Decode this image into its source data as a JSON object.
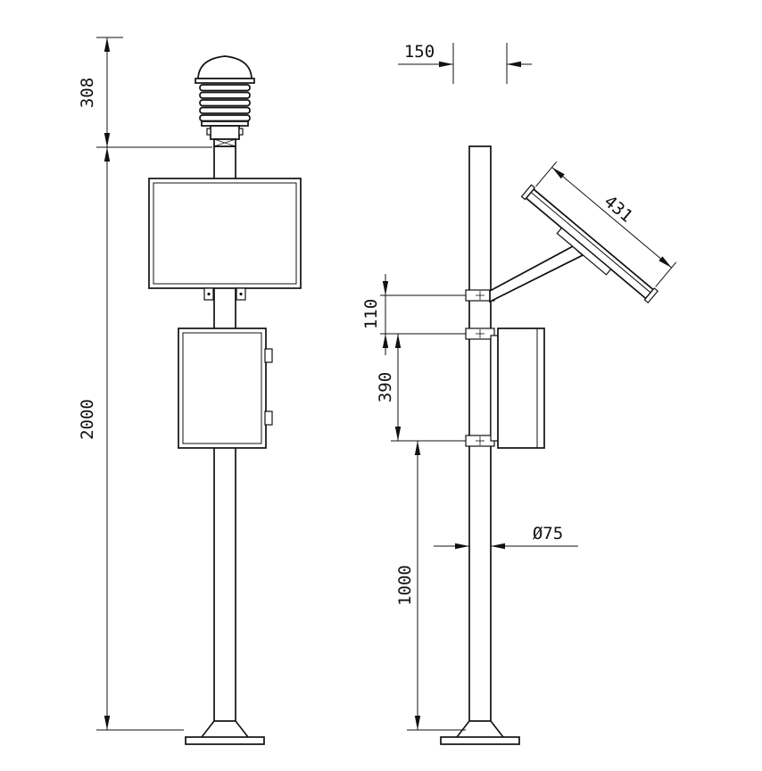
{
  "drawing": {
    "title": "pole-mounted weather station, two-view dimensioned drawing",
    "views": {
      "left": "front view",
      "right": "side view"
    },
    "dimensions": {
      "d308": "308",
      "d2000": "2000",
      "d150": "150",
      "d431": "431",
      "d110": "110",
      "d390": "390",
      "d1000": "1000",
      "d75": "Ø75"
    }
  }
}
